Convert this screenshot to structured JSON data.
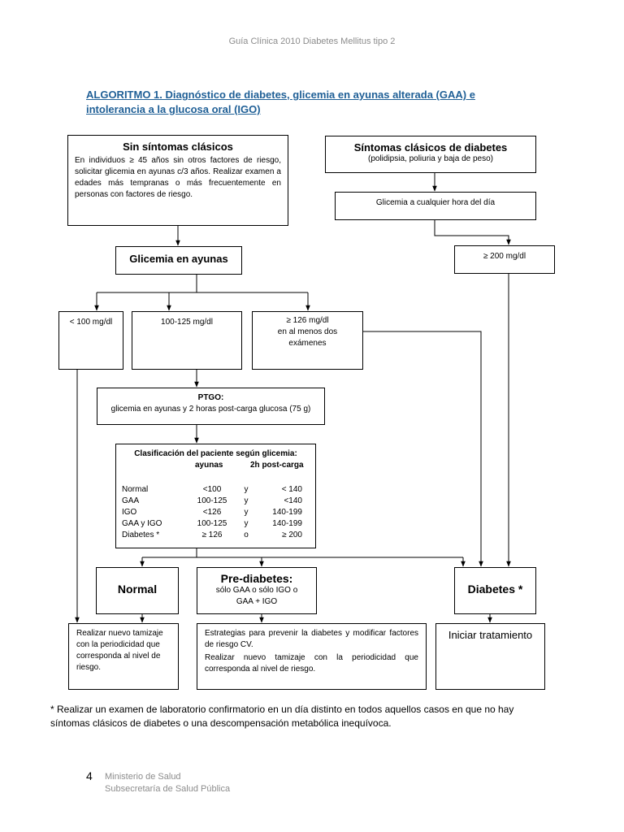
{
  "header": {
    "text": "Guía Clínica 2010 Diabetes Mellitus tipo 2"
  },
  "title": {
    "line1": "ALGORITMO 1. Diagnóstico de diabetes, glicemia en ayunas alterada (GAA) e",
    "line2": "intolerancia a la glucosa oral (IGO)"
  },
  "colors": {
    "title": "#1f5f96",
    "header": "#8c8c8c",
    "lines": "#000000"
  },
  "boxes": {
    "sin_sintomas": {
      "title": "Sin síntomas clásicos",
      "text": "En individuos ≥ 45 años sin otros factores de riesgo, solicitar glicemia en ayunas c/3 años. Realizar examen a edades más tempranas o más frecuentemente en personas con factores de riesgo."
    },
    "sintomas": {
      "title": "Síntomas clásicos de diabetes",
      "subtitle": "(polidipsia, poliuria y baja de peso)"
    },
    "glicemia_cualquier": {
      "text": "Glicemia a cualquier hora del día"
    },
    "glicemia_ayunas": {
      "title": "Glicemia en ayunas"
    },
    "ge200": {
      "text": "≥ 200 mg/dl"
    },
    "lt100": {
      "text": "< 100 mg/dl"
    },
    "r100_125": {
      "text": "100-125 mg/dl"
    },
    "ge126": {
      "line1": "≥ 126 mg/dl",
      "line2": "en al menos dos",
      "line3": "exámenes"
    },
    "ptgo": {
      "title": "PTGO:",
      "text": "glicemia en ayunas y 2 horas post-carga glucosa (75 g)"
    },
    "clasificacion": {
      "title": "Clasificación del paciente según glicemia:",
      "col_ayunas": "ayunas",
      "col_post": "2h post-carga",
      "rows": [
        {
          "label": "Normal",
          "ayunas": "<100",
          "op": "y",
          "post": "< 140"
        },
        {
          "label": "GAA",
          "ayunas": "100-125",
          "op": "y",
          "post": "<140"
        },
        {
          "label": "IGO",
          "ayunas": "<126",
          "op": "y",
          "post": "140-199"
        },
        {
          "label": "GAA y IGO",
          "ayunas": "100-125",
          "op": "y",
          "post": "140-199"
        },
        {
          "label": "Diabetes *",
          "ayunas": "≥ 126",
          "op": "o",
          "post": "≥ 200"
        }
      ]
    },
    "normal": {
      "title": "Normal"
    },
    "prediabetes": {
      "title": "Pre-diabetes:",
      "text": "sólo GAA o sólo IGO o GAA + IGO"
    },
    "diabetes": {
      "title": "Diabetes *"
    },
    "tamizaje": {
      "text": "Realizar nuevo tamizaje con la periodicidad que corresponda al nivel de riesgo."
    },
    "estrategias": {
      "text1": "Estrategias para prevenir la diabetes y modificar factores de riesgo CV.",
      "text2": "Realizar nuevo tamizaje con la periodicidad que corresponda al nivel de riesgo."
    },
    "tratamiento": {
      "text": "Iniciar tratamiento"
    }
  },
  "footnote": {
    "text": "*  Realizar un examen de laboratorio confirmatorio en un día distinto en todos aquellos casos en que no hay síntomas clásicos de diabetes o una descompensación metabólica inequívoca."
  },
  "footer": {
    "page_number": "4",
    "line1": "Ministerio de Salud",
    "line2": "Subsecretaría de Salud Pública"
  }
}
